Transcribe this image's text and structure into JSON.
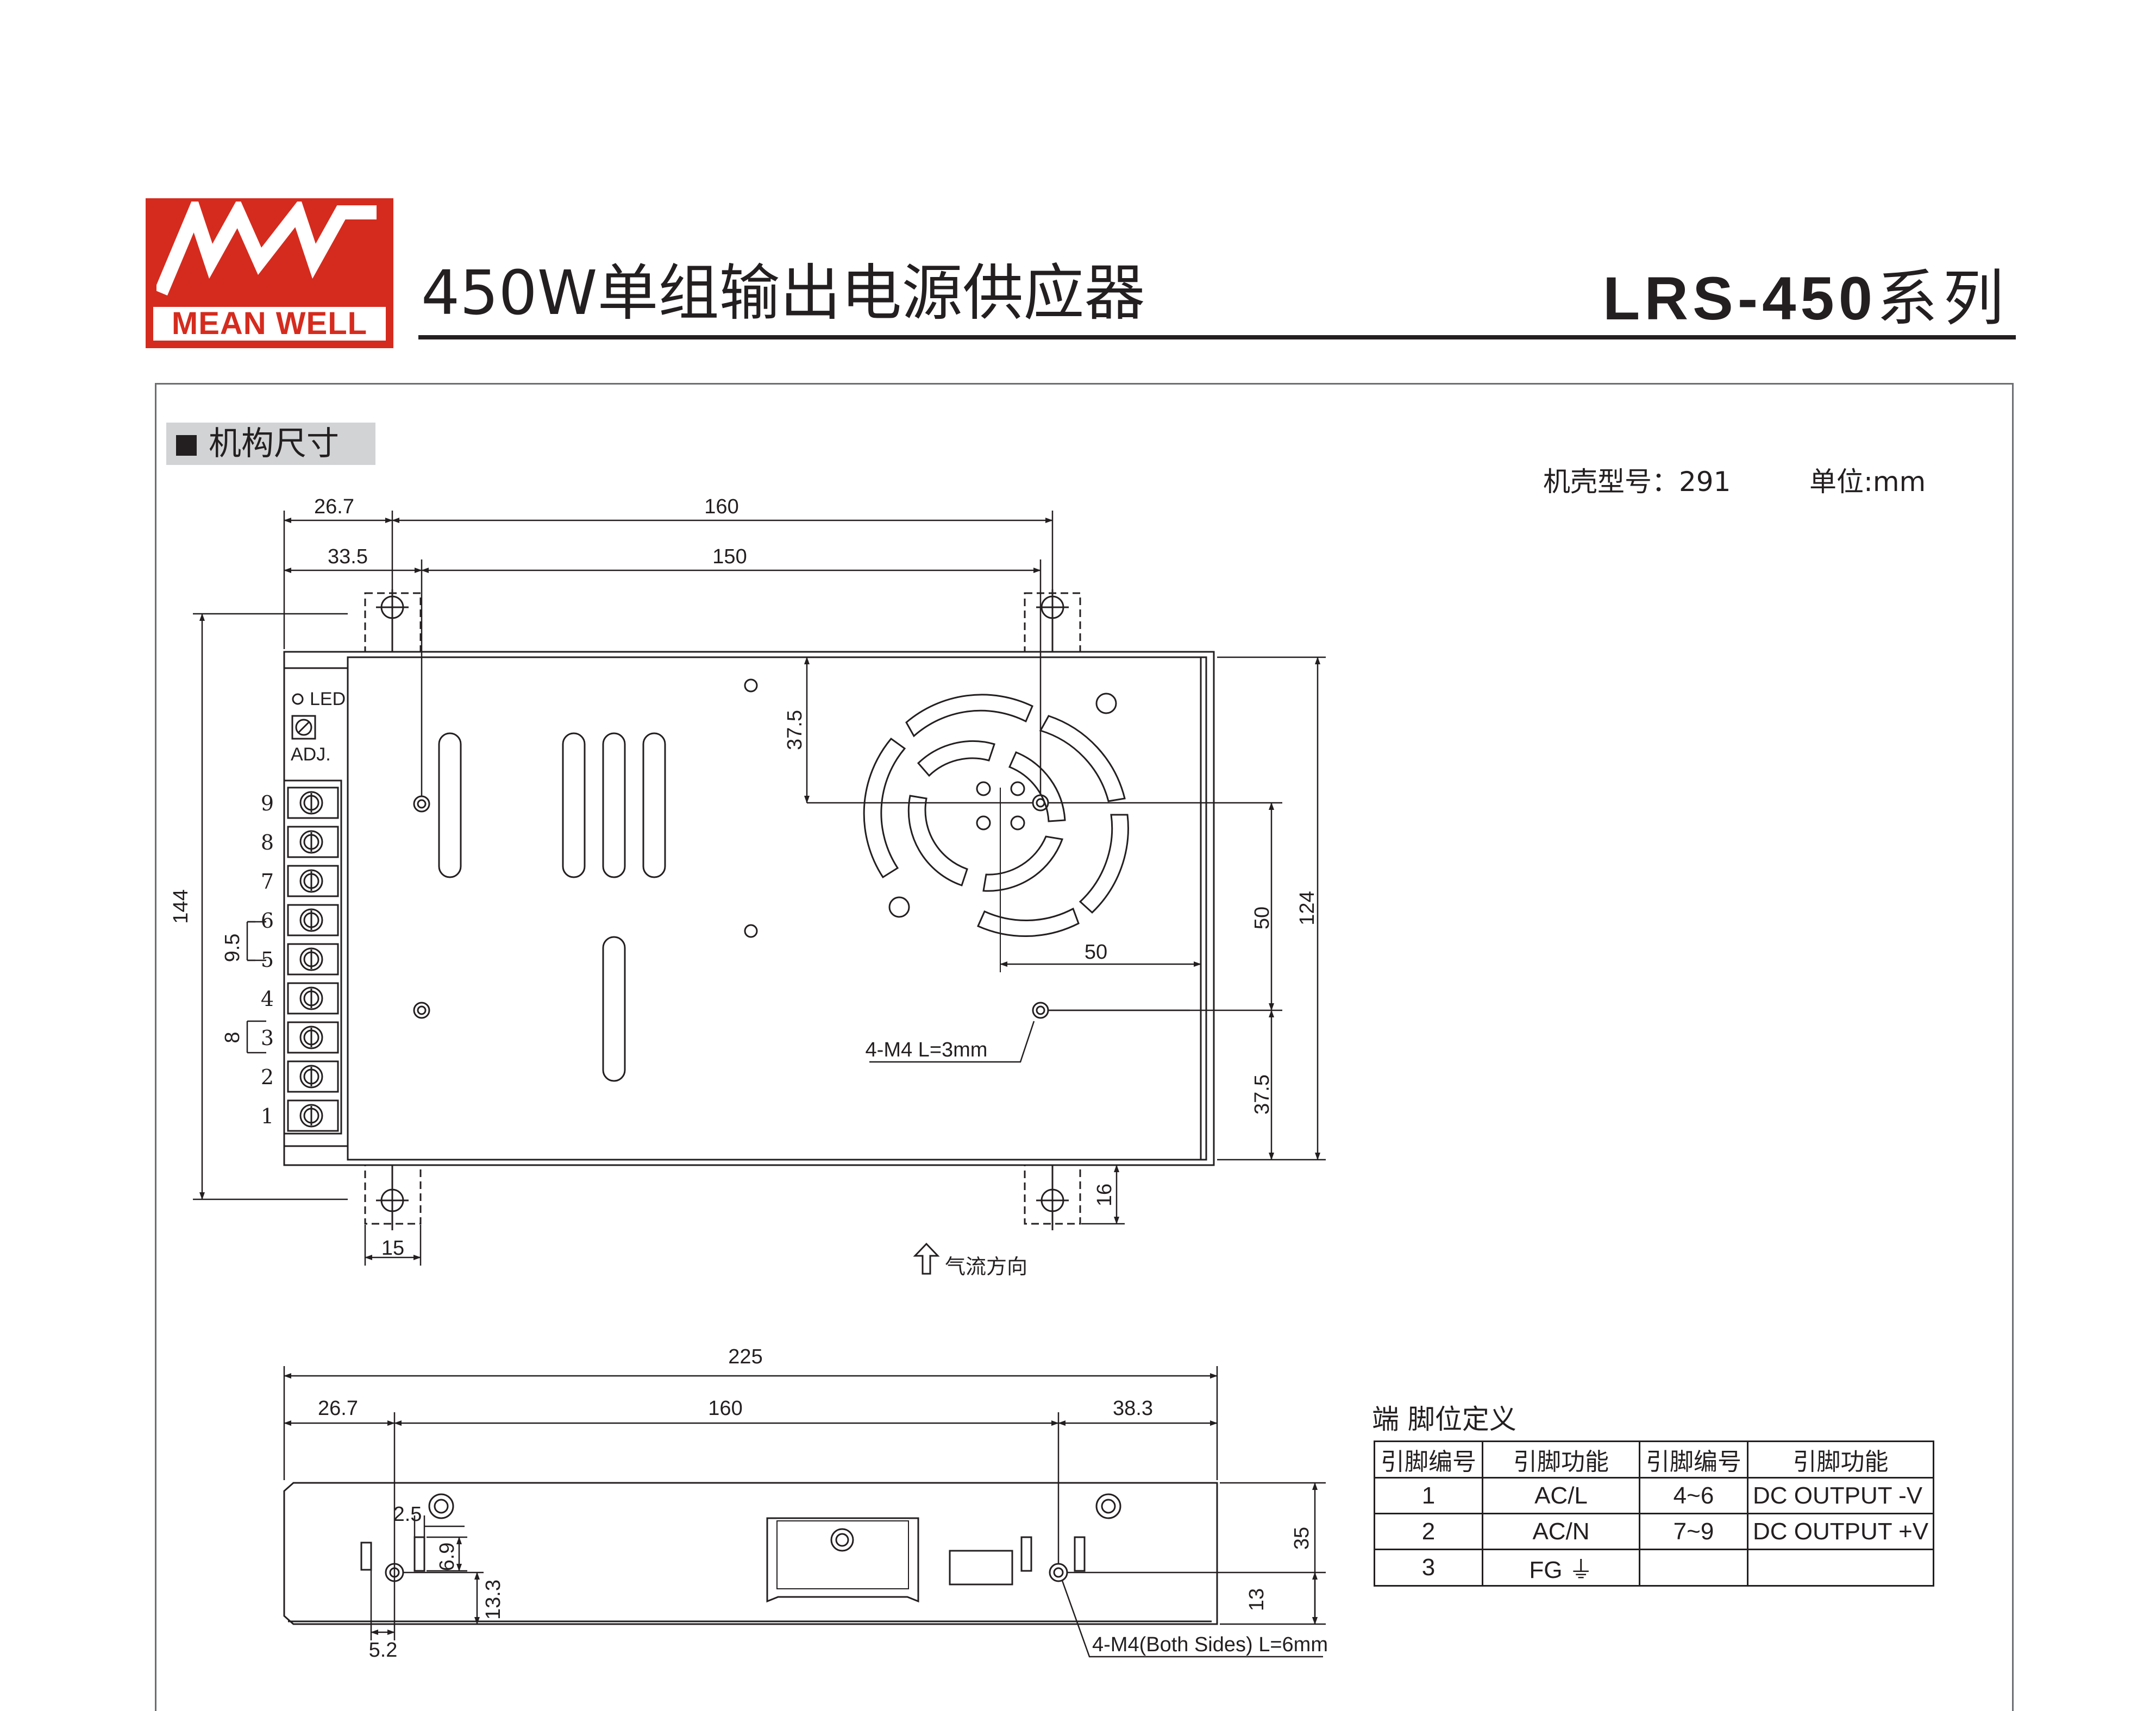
{
  "brand": {
    "logo_text": "MEAN WELL",
    "color": "#d52b1e"
  },
  "header": {
    "title": "450W单组输出电源供应器",
    "series_model": "LRS-450",
    "series_suffix": "系列"
  },
  "section": {
    "label": "机构尺寸"
  },
  "case_info": {
    "case_no": "机壳型号：291",
    "unit": "单位:mm"
  },
  "top_view": {
    "dims": {
      "d_26_7": "26.7",
      "d_160": "160",
      "d_33_5": "33.5",
      "d_150": "150",
      "d_144": "144",
      "d_124": "124",
      "d_37_5_top": "37.5",
      "d_50_v": "50",
      "d_50_h": "50",
      "d_37_5_bot": "37.5",
      "d_16": "16",
      "d_15": "15",
      "d_9_5": "9.5",
      "d_8": "8"
    },
    "led_label": "LED",
    "adj_label": "ADJ.",
    "terminals": [
      "9",
      "8",
      "7",
      "6",
      "5",
      "4",
      "3",
      "2",
      "1"
    ],
    "screw_note": "4-M4 L=3mm",
    "airflow": "气流方向"
  },
  "side_view": {
    "dims": {
      "d_225": "225",
      "d_26_7": "26.7",
      "d_160": "160",
      "d_38_3": "38.3",
      "d_35": "35",
      "d_13": "13",
      "d_2_5": "2.5",
      "d_6_9": "6.9",
      "d_13_3": "13.3",
      "d_5_2": "5.2"
    },
    "screw_note": "4-M4(Both Sides) L=6mm"
  },
  "pin_table": {
    "title": "端    脚位定义",
    "headers": [
      "引脚编号",
      "引脚功能",
      "引脚编号",
      "引脚功能"
    ],
    "rows": [
      [
        "1",
        "AC/L",
        "4~6",
        "DC OUTPUT -V"
      ],
      [
        "2",
        "AC/N",
        "7~9",
        "DC OUTPUT +V"
      ],
      [
        "3",
        "FG ⏚",
        "",
        ""
      ]
    ]
  }
}
